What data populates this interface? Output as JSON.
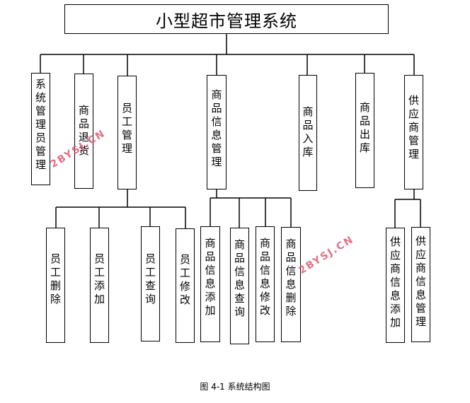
{
  "root": "小型超市管理系统",
  "level1": [
    "系统管理员管理",
    "商品退货",
    "员工管理",
    "商品信息管理",
    "商品入库",
    "商品出库",
    "供应商管理"
  ],
  "employee_children": [
    "员工删除",
    "员工添加",
    "员工查询",
    "员工修改"
  ],
  "product_info_children": [
    "商品信息添加",
    "商品信息查询",
    "商品信息修改",
    "商品信息删除"
  ],
  "supplier_children": [
    "供应商信息添加",
    "供应商信息管理"
  ],
  "caption": "图 4-1  系统结构图",
  "watermark": "2BYSJ.CN",
  "colors": {
    "line": "#000000",
    "watermark": "#e0607a"
  }
}
